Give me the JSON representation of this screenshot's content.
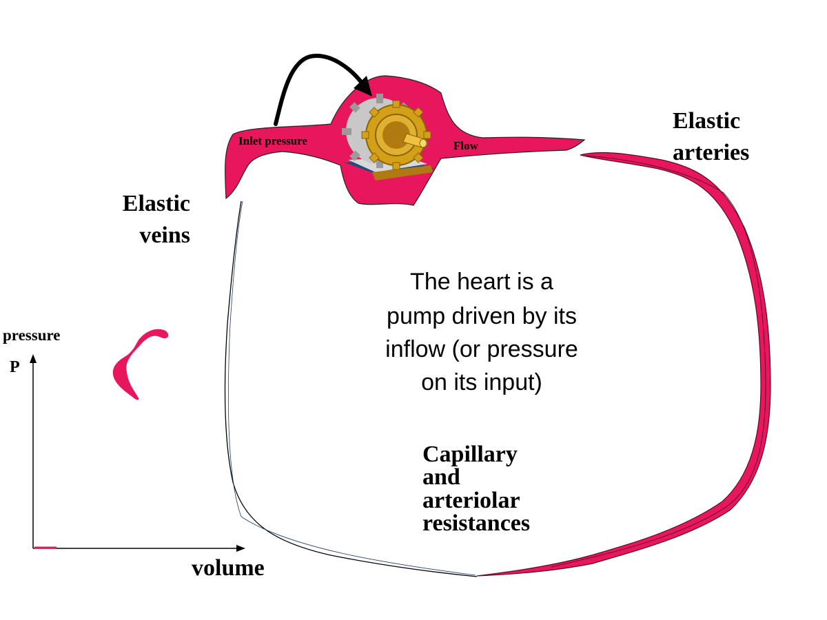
{
  "labels": {
    "inlet_pressure": "Inlet pressure",
    "flow": "Flow",
    "elastic_arteries_line1": "Elastic",
    "elastic_arteries_line2": "arteries",
    "elastic_veins_line1": "Elastic",
    "elastic_veins_line2": "veins",
    "heart_text_line1": "The heart is a",
    "heart_text_line2": "pump driven by its",
    "heart_text_line3": "inflow (or pressure",
    "heart_text_line4": "on its input)",
    "capillary_line1": "Capillary",
    "capillary_line2": "and",
    "capillary_line3": "arteriolar",
    "capillary_line4": "resistances",
    "pressure_axis": "pressure",
    "pressure_symbol": "P",
    "volume_axis": "volume"
  },
  "colors": {
    "vessel": "#e8175d",
    "vessel_dark": "#8a0f3a",
    "outline": "#000000",
    "vein_line": "#1a3a6b",
    "gear": "#d4a017",
    "gear_dark": "#8a6508",
    "gear_back": "#c8c8c8",
    "base": "#1f4e79",
    "base_light": "#e8e8e8"
  },
  "icons": {
    "pump": "motor-gear-icon",
    "feedback_arrow": "curved-arrow-icon"
  }
}
